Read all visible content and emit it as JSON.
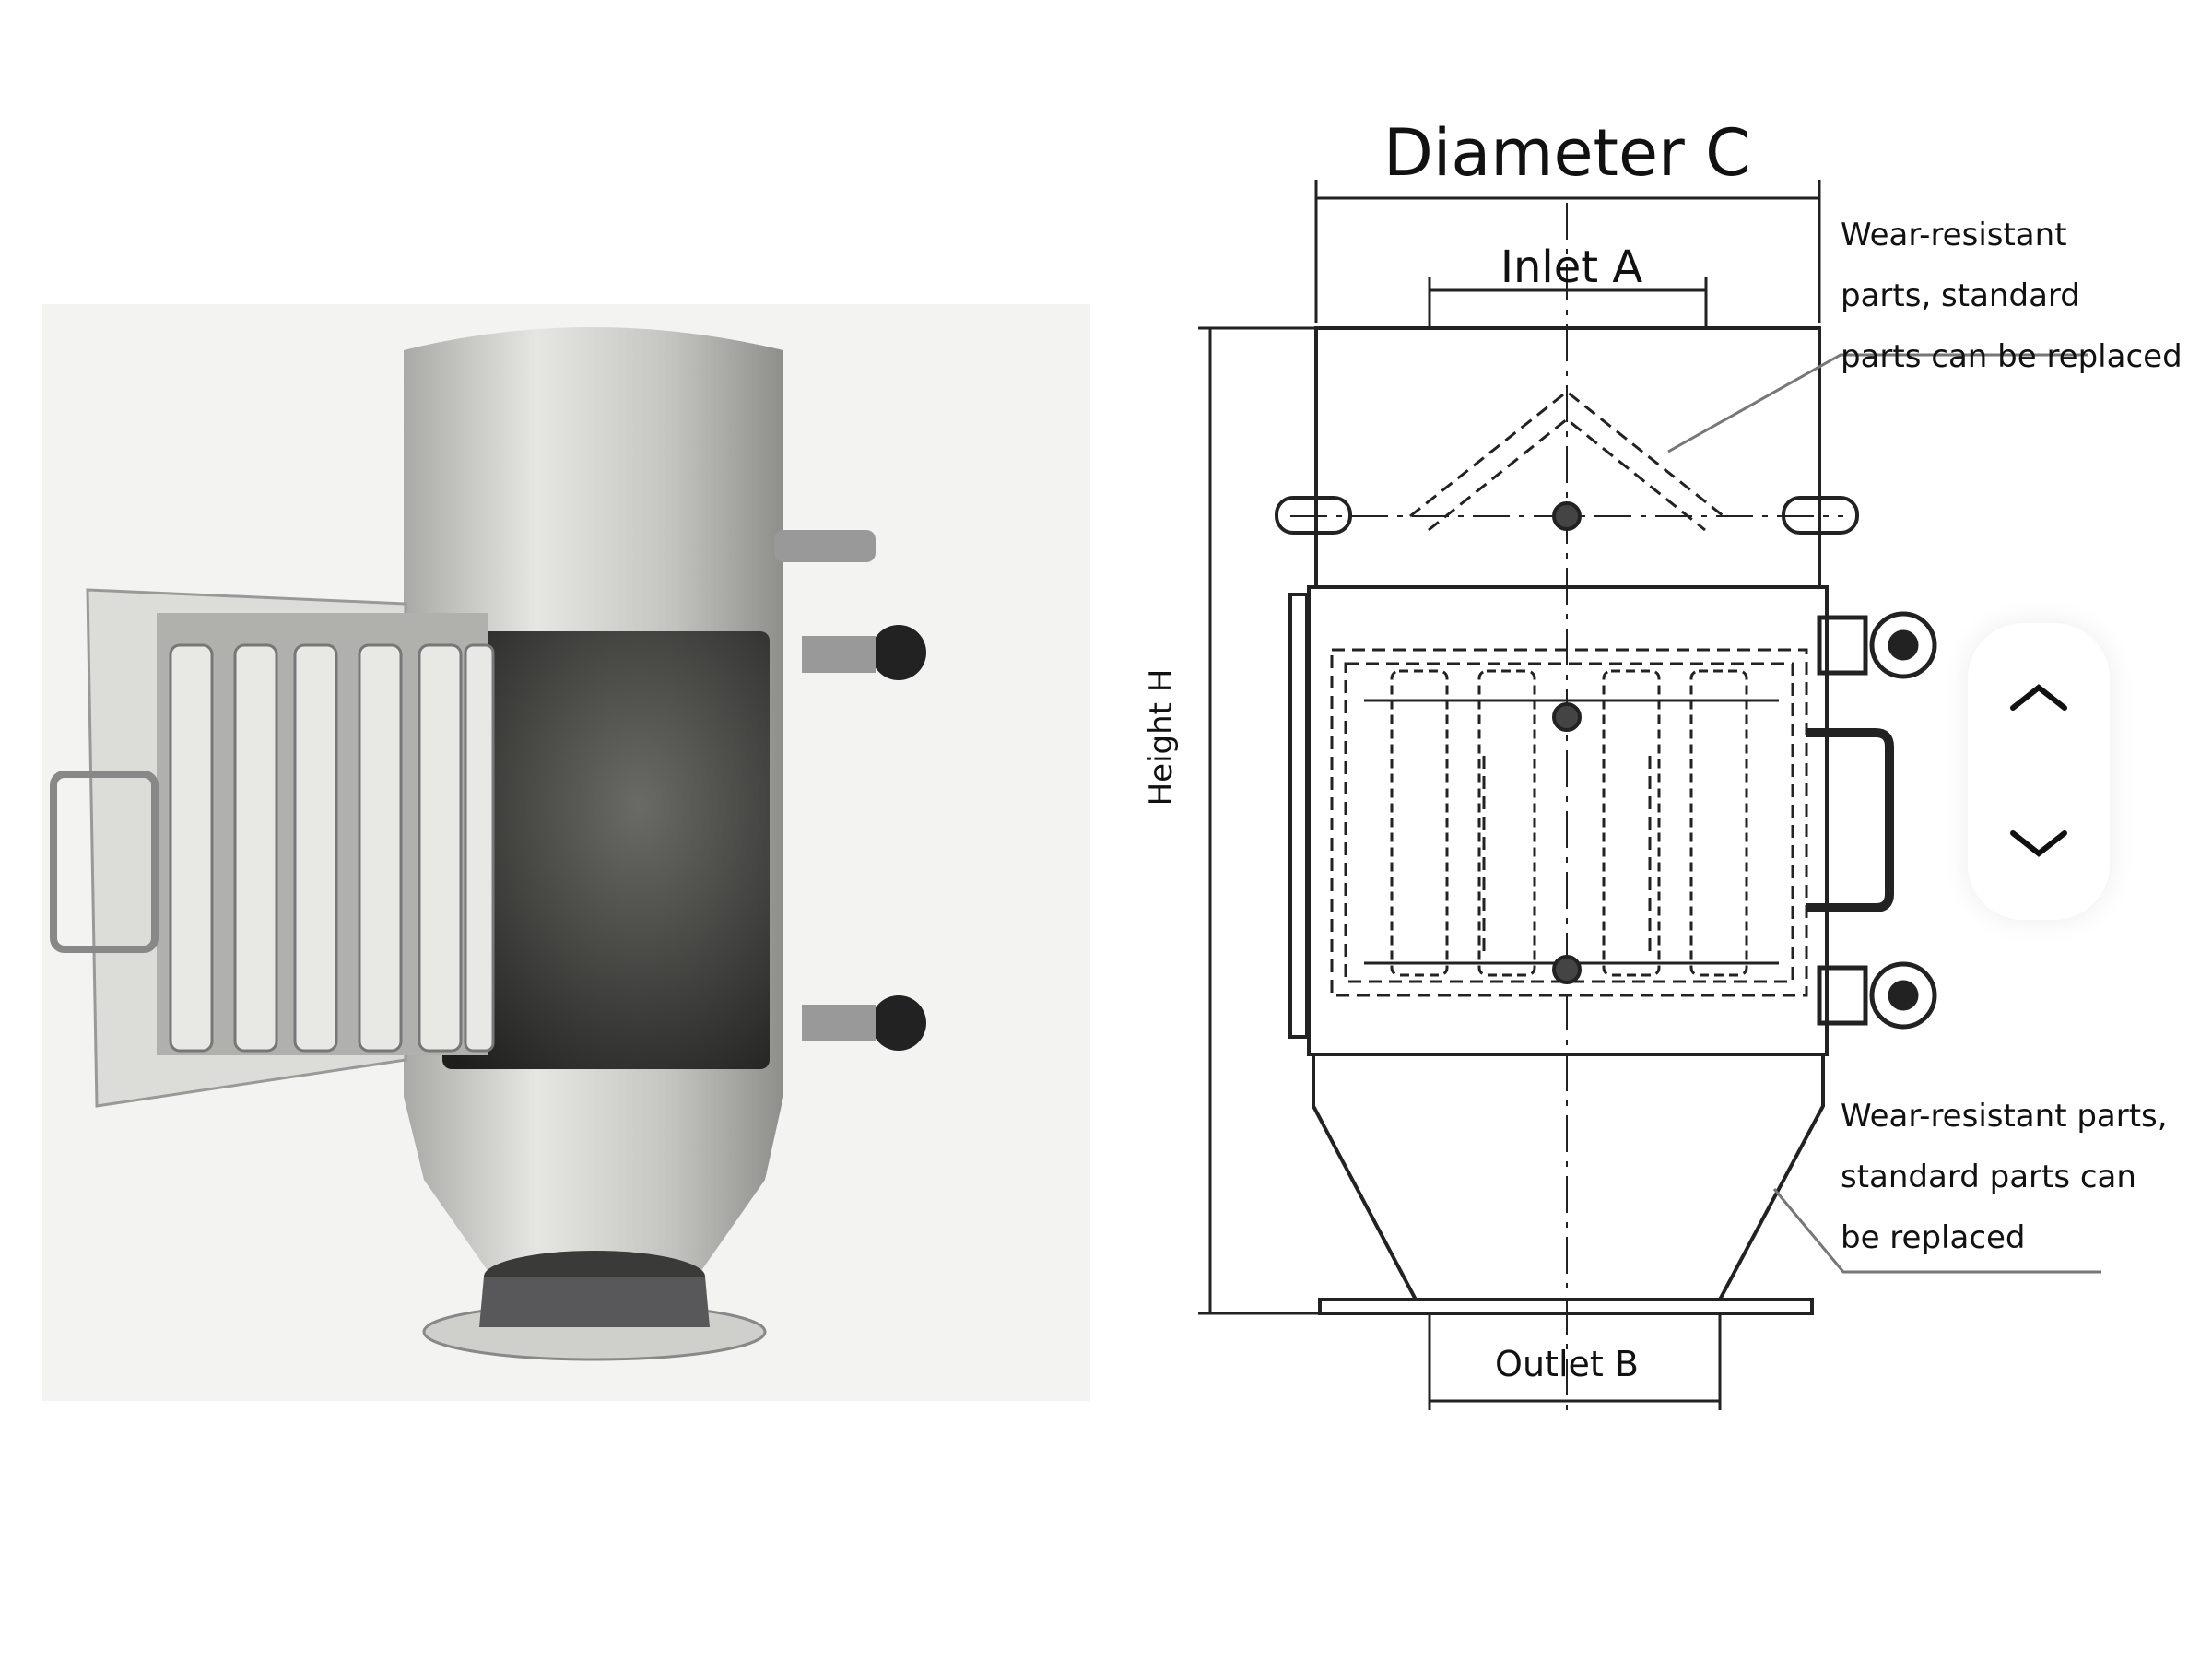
{
  "diagram": {
    "title": "Diameter C",
    "inlet_label": "Inlet A",
    "outlet_label": "Outlet B",
    "height_label": "Height H",
    "notes": [
      [
        "Wear-resistant",
        "parts, standard",
        "parts can be replaced"
      ],
      [
        "Wear-resistant parts,",
        "standard parts can",
        "be replaced"
      ]
    ]
  },
  "nav": {
    "up_icon": "chevron-up-icon",
    "down_icon": "chevron-down-icon"
  }
}
